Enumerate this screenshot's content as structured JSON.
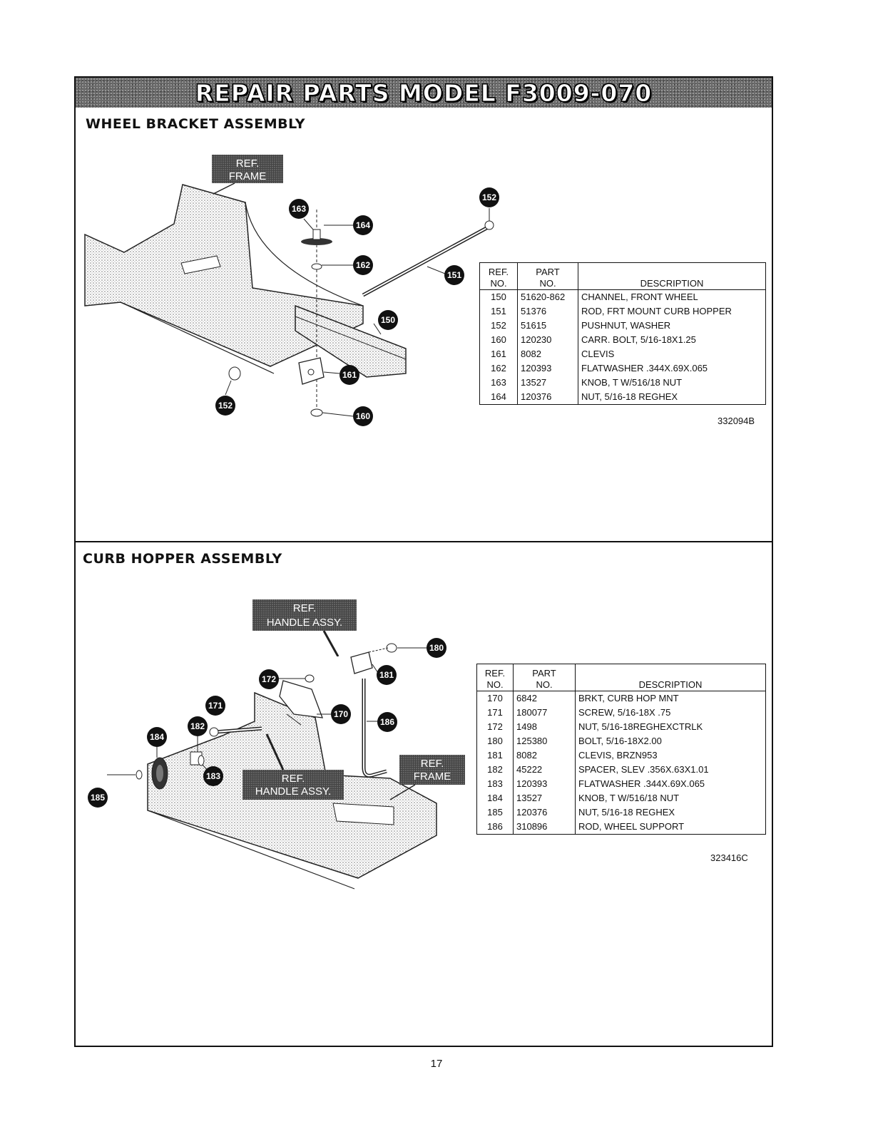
{
  "header": {
    "title": "REPAIR PARTS MODEL F3009-070"
  },
  "wheel_bracket": {
    "section_title": "WHEEL BRACKET ASSEMBLY",
    "ref_label": {
      "line1": "REF.",
      "line2": "FRAME"
    },
    "callouts": [
      "152",
      "163",
      "164",
      "162",
      "151",
      "150",
      "161",
      "152",
      "160"
    ],
    "table": {
      "headers": {
        "ref_line1": "REF.",
        "ref_line2": "NO.",
        "part_line1": "PART",
        "part_line2": "NO.",
        "description": "DESCRIPTION"
      },
      "rows": [
        {
          "ref": "150",
          "part": "51620-862",
          "description": "CHANNEL, FRONT WHEEL"
        },
        {
          "ref": "151",
          "part": "51376",
          "description": "ROD, FRT MOUNT CURB HOPPER"
        },
        {
          "ref": "152",
          "part": "51615",
          "description": "PUSHNUT, WASHER"
        },
        {
          "ref": "160",
          "part": "120230",
          "description": "CARR. BOLT, 5/16-18X1.25"
        },
        {
          "ref": "161",
          "part": "8082",
          "description": "CLEVIS"
        },
        {
          "ref": "162",
          "part": "120393",
          "description": "FLATWASHER .344X.69X.065"
        },
        {
          "ref": "163",
          "part": "13527",
          "description": "KNOB, T W/516/18 NUT"
        },
        {
          "ref": "164",
          "part": "120376",
          "description": "NUT, 5/16-18 REGHEX"
        }
      ]
    },
    "figure_id": "332094B"
  },
  "curb_hopper": {
    "section_title": "CURB HOPPER ASSEMBLY",
    "ref_label_handle_top": {
      "line1": "REF.",
      "line2": "HANDLE ASSY."
    },
    "ref_label_handle_bottom": {
      "line1": "REF.",
      "line2": "HANDLE ASSY."
    },
    "ref_label_frame": {
      "line1": "REF.",
      "line2": "FRAME"
    },
    "callouts": [
      "180",
      "181",
      "172",
      "186",
      "171",
      "170",
      "182",
      "184",
      "183",
      "185"
    ],
    "table": {
      "headers": {
        "ref_line1": "REF.",
        "ref_line2": "NO.",
        "part_line1": "PART",
        "part_line2": "NO.",
        "description": "DESCRIPTION"
      },
      "rows": [
        {
          "ref": "170",
          "part": "6842",
          "description": "BRKT, CURB HOP MNT"
        },
        {
          "ref": "171",
          "part": "180077",
          "description": "SCREW, 5/16-18X .75"
        },
        {
          "ref": "172",
          "part": "1498",
          "description": "NUT, 5/16-18REGHEXCTRLK"
        },
        {
          "ref": "180",
          "part": "125380",
          "description": "BOLT, 5/16-18X2.00"
        },
        {
          "ref": "181",
          "part": "8082",
          "description": "CLEVIS, BRZN953"
        },
        {
          "ref": "182",
          "part": "45222",
          "description": "SPACER, SLEV .356X.63X1.01"
        },
        {
          "ref": "183",
          "part": "120393",
          "description": "FLATWASHER .344X.69X.065"
        },
        {
          "ref": "184",
          "part": "13527",
          "description": "KNOB, T W/516/18 NUT"
        },
        {
          "ref": "185",
          "part": "120376",
          "description": "NUT, 5/16-18 REGHEX"
        },
        {
          "ref": "186",
          "part": "310896",
          "description": "ROD, WHEEL SUPPORT"
        }
      ]
    },
    "figure_id": "323416C"
  },
  "footer": {
    "page_number": "17"
  }
}
